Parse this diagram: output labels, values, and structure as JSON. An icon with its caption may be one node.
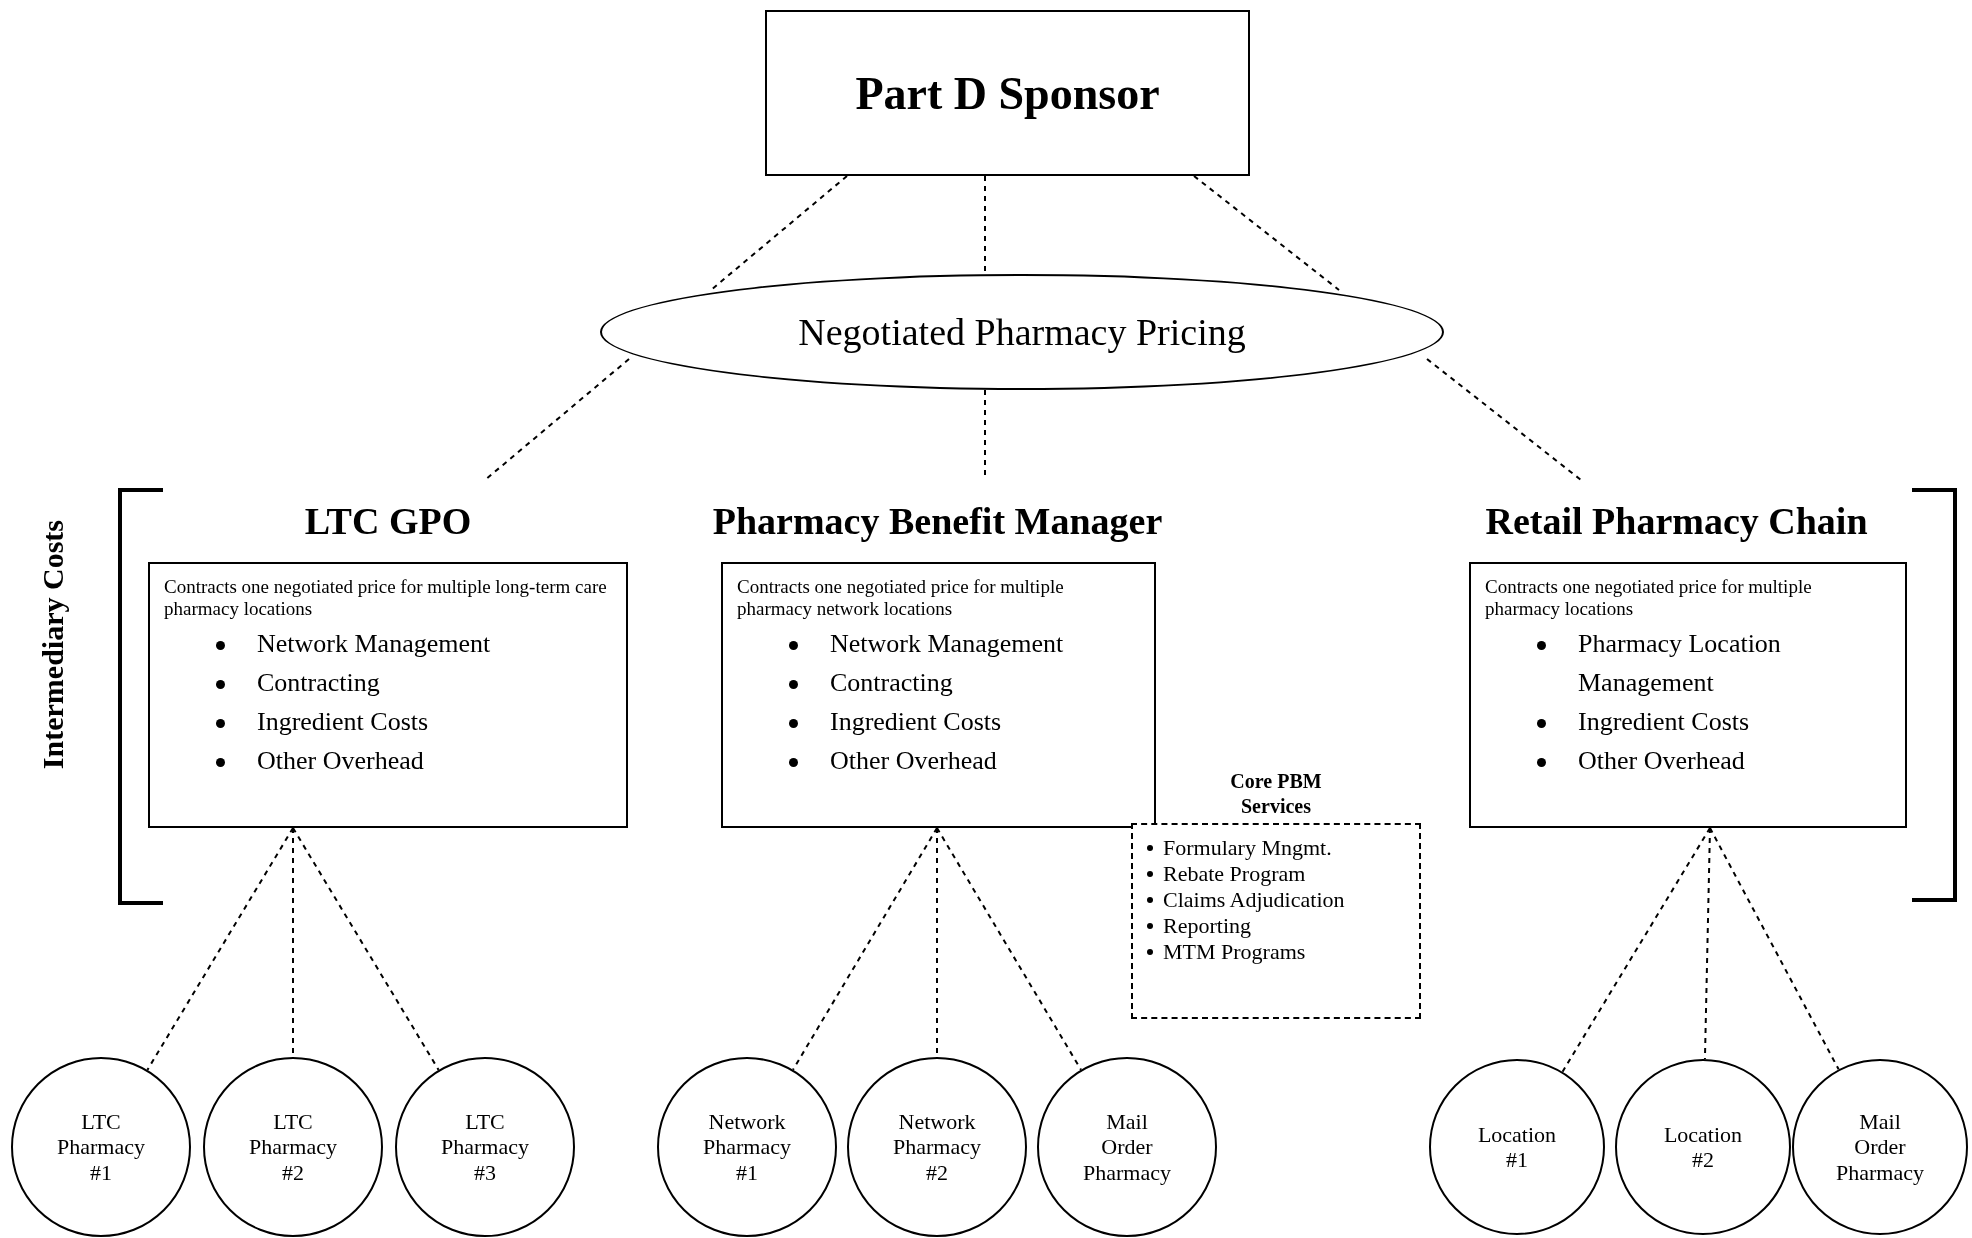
{
  "diagram": {
    "nodes": [
      {
        "text": [
          "Part D Sponsor"
        ]
      },
      {
        "text": [
          "Negotiated Pharmacy Pricing"
        ]
      },
      {
        "text": [
          "LTC GPO",
          "Contracts one negotiated price for multiple long-term care pharmacy locations",
          "Network Management",
          "Contracting",
          "Ingredient Costs",
          "Other Overhead"
        ]
      },
      {
        "text": [
          "Pharmacy Benefit Manager",
          "Contracts one negotiated price for multiple pharmacy network locations",
          "Network Management",
          "Contracting",
          "Ingredient Costs",
          "Other Overhead"
        ]
      },
      {
        "text": [
          "Core PBM Services",
          "Formulary Mngmt.",
          "Rebate Program",
          "Claims Adjudication",
          "Reporting",
          "MTM Programs"
        ]
      },
      {
        "text": [
          "Retail Pharmacy Chain",
          "Contracts one negotiated price for multiple pharmacy locations",
          "Pharmacy Location Management",
          "Ingredient Costs",
          "Other Overhead"
        ]
      },
      {
        "text": [
          "LTC Pharmacy #1"
        ]
      },
      {
        "text": [
          "LTC Pharmacy #2"
        ]
      },
      {
        "text": [
          "LTC Pharmacy #3"
        ]
      },
      {
        "text": [
          "Network Pharmacy #1"
        ]
      },
      {
        "text": [
          "Network Pharmacy #2"
        ]
      },
      {
        "text": [
          "Mail Order Pharmacy"
        ]
      },
      {
        "text": [
          "Location #1"
        ]
      },
      {
        "text": [
          "Location #2"
        ]
      },
      {
        "text": [
          "Mail Order Pharmacy"
        ]
      }
    ],
    "edges": [
      {
        "from": 0,
        "to": 1,
        "arrow": "none",
        "style": "dashed"
      },
      {
        "from": 0,
        "to": 1,
        "arrow": "none",
        "style": "dashed"
      },
      {
        "from": 0,
        "to": 1,
        "arrow": "none",
        "style": "dashed"
      },
      {
        "from": 1,
        "to": 2,
        "arrow": "none",
        "style": "dashed"
      },
      {
        "from": 1,
        "to": 3,
        "arrow": "none",
        "style": "dashed"
      },
      {
        "from": 1,
        "to": 5,
        "arrow": "none",
        "style": "dashed"
      },
      {
        "from": 2,
        "to": 6,
        "arrow": "none",
        "style": "dashed"
      },
      {
        "from": 2,
        "to": 7,
        "arrow": "none",
        "style": "dashed"
      },
      {
        "from": 2,
        "to": 8,
        "arrow": "none",
        "style": "dashed"
      },
      {
        "from": 3,
        "to": 9,
        "arrow": "none",
        "style": "dashed"
      },
      {
        "from": 3,
        "to": 10,
        "arrow": "none",
        "style": "dashed"
      },
      {
        "from": 3,
        "to": 11,
        "arrow": "none",
        "style": "dashed"
      },
      {
        "from": 5,
        "to": 12,
        "arrow": "none",
        "style": "dashed"
      },
      {
        "from": 5,
        "to": 13,
        "arrow": "none",
        "style": "dashed"
      },
      {
        "from": 5,
        "to": 14,
        "arrow": "none",
        "style": "dashed"
      }
    ],
    "labels": [
      "Intermediary Costs"
    ]
  }
}
